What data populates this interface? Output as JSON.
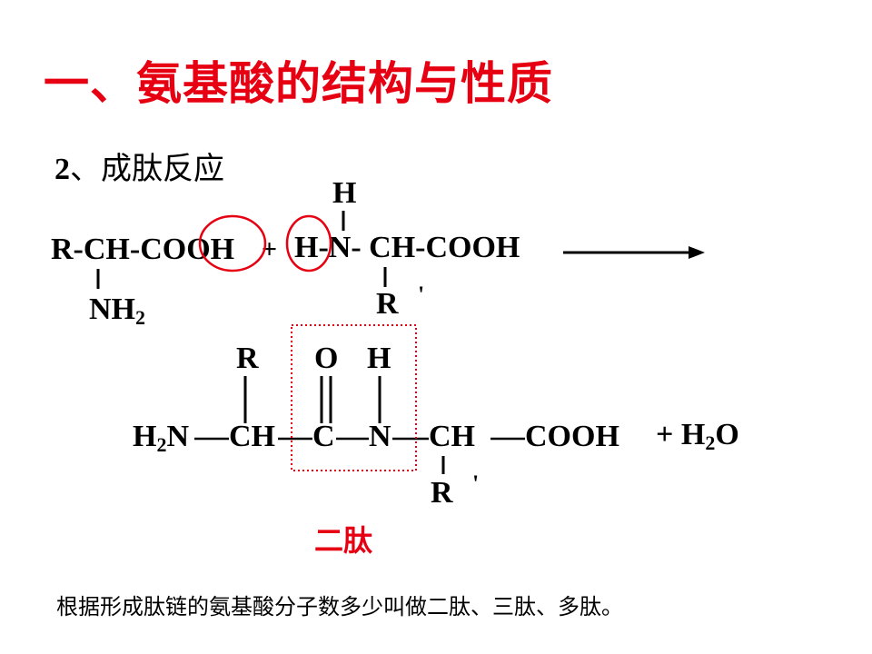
{
  "title": "一、氨基酸的结构与性质",
  "subtitle": {
    "number": "2",
    "text": "、成肽反应"
  },
  "reactant1": {
    "main": "R-CH-COOH",
    "plus": "+",
    "nh": "NH",
    "nh_sub": "2"
  },
  "reactant2": {
    "h_top": "H",
    "main": "H-N- CH-COOH",
    "r": "R",
    "prime": "'"
  },
  "product": {
    "h2n": "H",
    "h2n_sub": "2",
    "h2n_n": "N",
    "ch1": "CH",
    "c": "C",
    "n": "N",
    "ch2": "CH",
    "cooh": "COOH",
    "r_top": "R",
    "o_top": "O",
    "h_top": "H",
    "r_bottom": "R",
    "prime": "'",
    "plus_water": "+ H",
    "water_sub": "2",
    "water_o": "O"
  },
  "peptide_label": "二肽",
  "footer": "根据形成肽链的氨基酸分子数多少叫做二肽、三肽、多肽。",
  "colors": {
    "accent": "#e60012",
    "text": "#000000"
  }
}
